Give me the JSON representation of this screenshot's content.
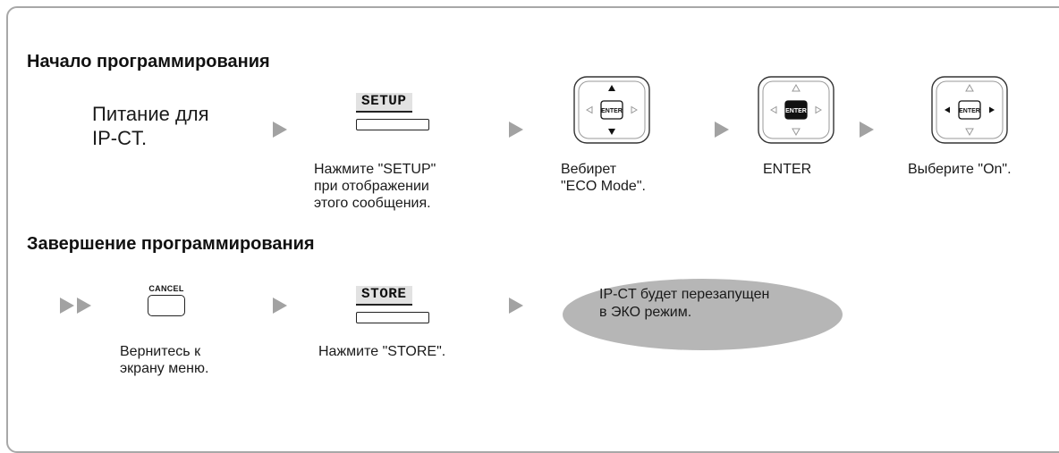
{
  "start": {
    "heading": "Начало программирования",
    "power_text": "Питание для\nIP-CT.",
    "setup_softkey": "SETUP",
    "setup_caption": "Нажмите \"SETUP\"\nпри отображении\nэтого сообщения.",
    "select_caption": "Вебирет\n\"ECO Mode\".",
    "enter_caption": "ENTER",
    "choose_caption": "Выберите \"On\".",
    "enter_key_label": "ENTER"
  },
  "end": {
    "heading": "Завершение программирования",
    "cancel_key": "CANCEL",
    "cancel_caption": "Вернитесь к\nэкрану меню.",
    "store_softkey": "STORE",
    "store_caption": "Нажмите \"STORE\".",
    "result_text": "IP-CT будет перезапущен\nв ЭКО режим."
  },
  "colors": {
    "frame": "#a8a8a8",
    "arrow": "#a2a2a2",
    "bubble": "#b6b6b6",
    "text": "#1a1a1a"
  }
}
